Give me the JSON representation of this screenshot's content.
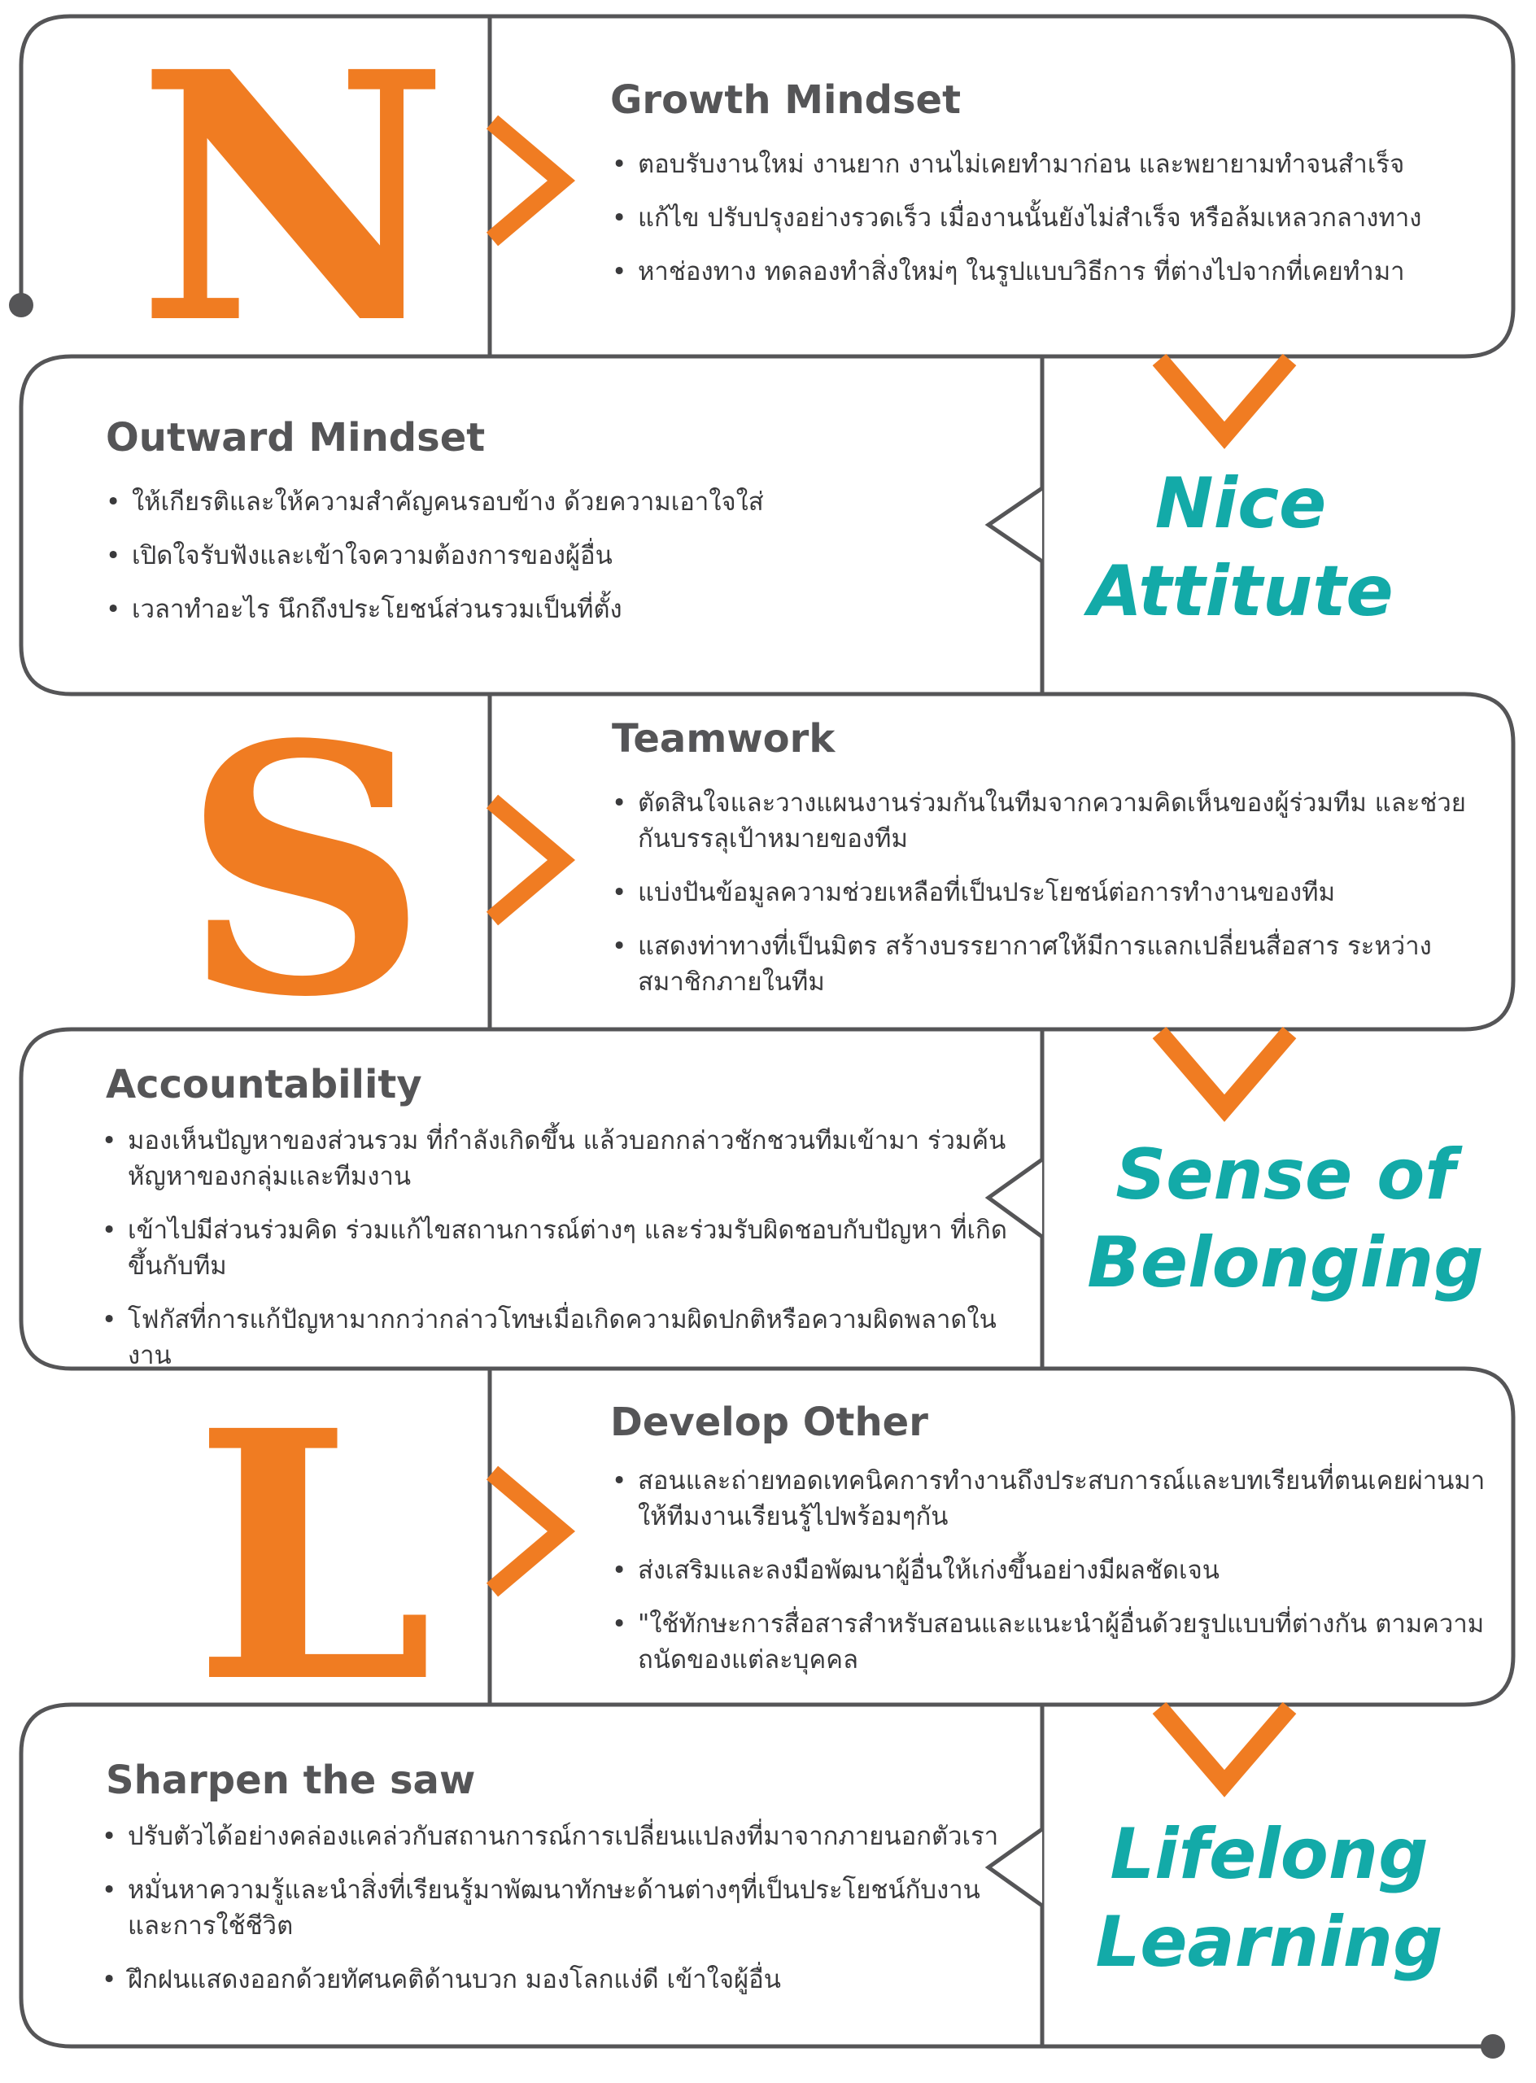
{
  "colors": {
    "orange": "#f07c22",
    "teal": "#13aaa8",
    "line": "#555557",
    "text": "#3a3a3c"
  },
  "sections": [
    {
      "letter": "N",
      "heading": "Growth Mindset",
      "bullets": [
        "ตอบรับงานใหม่ งานยาก งานไม่เคยทำมาก่อน และพยายามทำจนสำเร็จ",
        "แก้ไข ปรับปรุงอย่างรวดเร็ว เมื่องานนั้นยังไม่สำเร็จ หรือล้มเหลวกลางทาง",
        "หาช่องทาง ทดลองทำสิ่งใหม่ๆ ในรูปแบบวิธีการ ที่ต่างไปจากที่เคยทำมา"
      ]
    },
    {
      "heading": "Outward Mindset",
      "bullets": [
        "ให้เกียรติและให้ความสำคัญคนรอบข้าง ด้วยความเอาใจใส่",
        "เปิดใจรับฟังและเข้าใจความต้องการของผู้อื่น",
        "เวลาทำอะไร นึกถึงประโยชน์ส่วนรวมเป็นที่ตั้ง"
      ],
      "theme": [
        "Nice",
        "Attitute"
      ]
    },
    {
      "letter": "S",
      "heading": "Teamwork",
      "bullets": [
        "ตัดสินใจและวางแผนงานร่วมกันในทีมจากความคิดเห็นของผู้ร่วมทีม และช่วยกันบรรลุเป้าหมายของทีม",
        "แบ่งปันข้อมูลความช่วยเหลือที่เป็นประโยชน์ต่อการทำงานของทีม",
        "แสดงท่าทางที่เป็นมิตร สร้างบรรยากาศให้มีการแลกเปลี่ยนสื่อสาร ระหว่างสมาชิกภายในทีม"
      ]
    },
    {
      "heading": "Accountability",
      "bullets": [
        "มองเห็นปัญหาของส่วนรวม ที่กำลังเกิดขึ้น แล้วบอกกล่าวชักชวนทีมเข้ามา ร่วมค้นหัญหาของกลุ่มและทีมงาน",
        "เข้าไปมีส่วนร่วมคิด ร่วมแก้ไขสถานการณ์ต่างๆ และร่วมรับผิดชอบกับปัญหา ที่เกิดขึ้นกับทีม",
        "โฟกัสที่การแก้ปัญหามากกว่ากล่าวโทษเมื่อเกิดความผิดปกติหรือความผิดพลาดในงาน"
      ],
      "theme": [
        "Sense of",
        "Belonging"
      ]
    },
    {
      "letter": "L",
      "heading": "Develop Other",
      "bullets": [
        "สอนและถ่ายทอดเทคนิคการทำงานถึงประสบการณ์และบทเรียนที่ตนเคยผ่านมา ให้ทีมงานเรียนรู้ไปพร้อมๆกัน",
        "ส่งเสริมและลงมือพัฒนาผู้อื่นให้เก่งขึ้นอย่างมีผลชัดเจน",
        "\"ใช้ทักษะการสื่อสารสำหรับสอนและแนะนำผู้อื่นด้วยรูปแบบที่ต่างกัน ตามความถนัดของแต่ละบุคคล"
      ]
    },
    {
      "heading": "Sharpen the saw",
      "bullets": [
        "ปรับตัวได้อย่างคล่องแคล่วกับสถานการณ์การเปลี่ยนแปลงที่มาจากภายนอกตัวเรา",
        "หมั่นหาความรู้และนำสิ่งที่เรียนรู้มาพัฒนาทักษะด้านต่างๆที่เป็นประโยชน์กับงาน และการใช้ชีวิต",
        "ฝึกฝนแสดงออกด้วยทัศนคติด้านบวก มองโลกแง่ดี เข้าใจผู้อื่น"
      ],
      "theme": [
        "Lifelong",
        "Learning"
      ]
    }
  ]
}
